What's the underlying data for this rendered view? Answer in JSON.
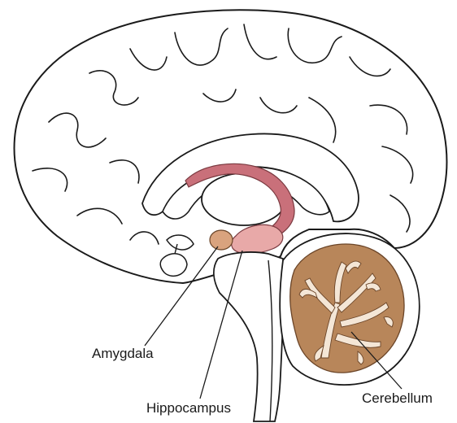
{
  "labels": {
    "amygdala": "Amygdala",
    "hippocampus": "Hippocampus",
    "cerebellum": "Cerebellum"
  },
  "colors": {
    "outline": "#1a1a1a",
    "fornix": "#c9707a",
    "fornix_light": "#e8a9a8",
    "amygdala": "#d9a37e",
    "cerebellum": "#b8865a",
    "cerebellum_light": "#f4e6d6",
    "background": "#ffffff"
  }
}
